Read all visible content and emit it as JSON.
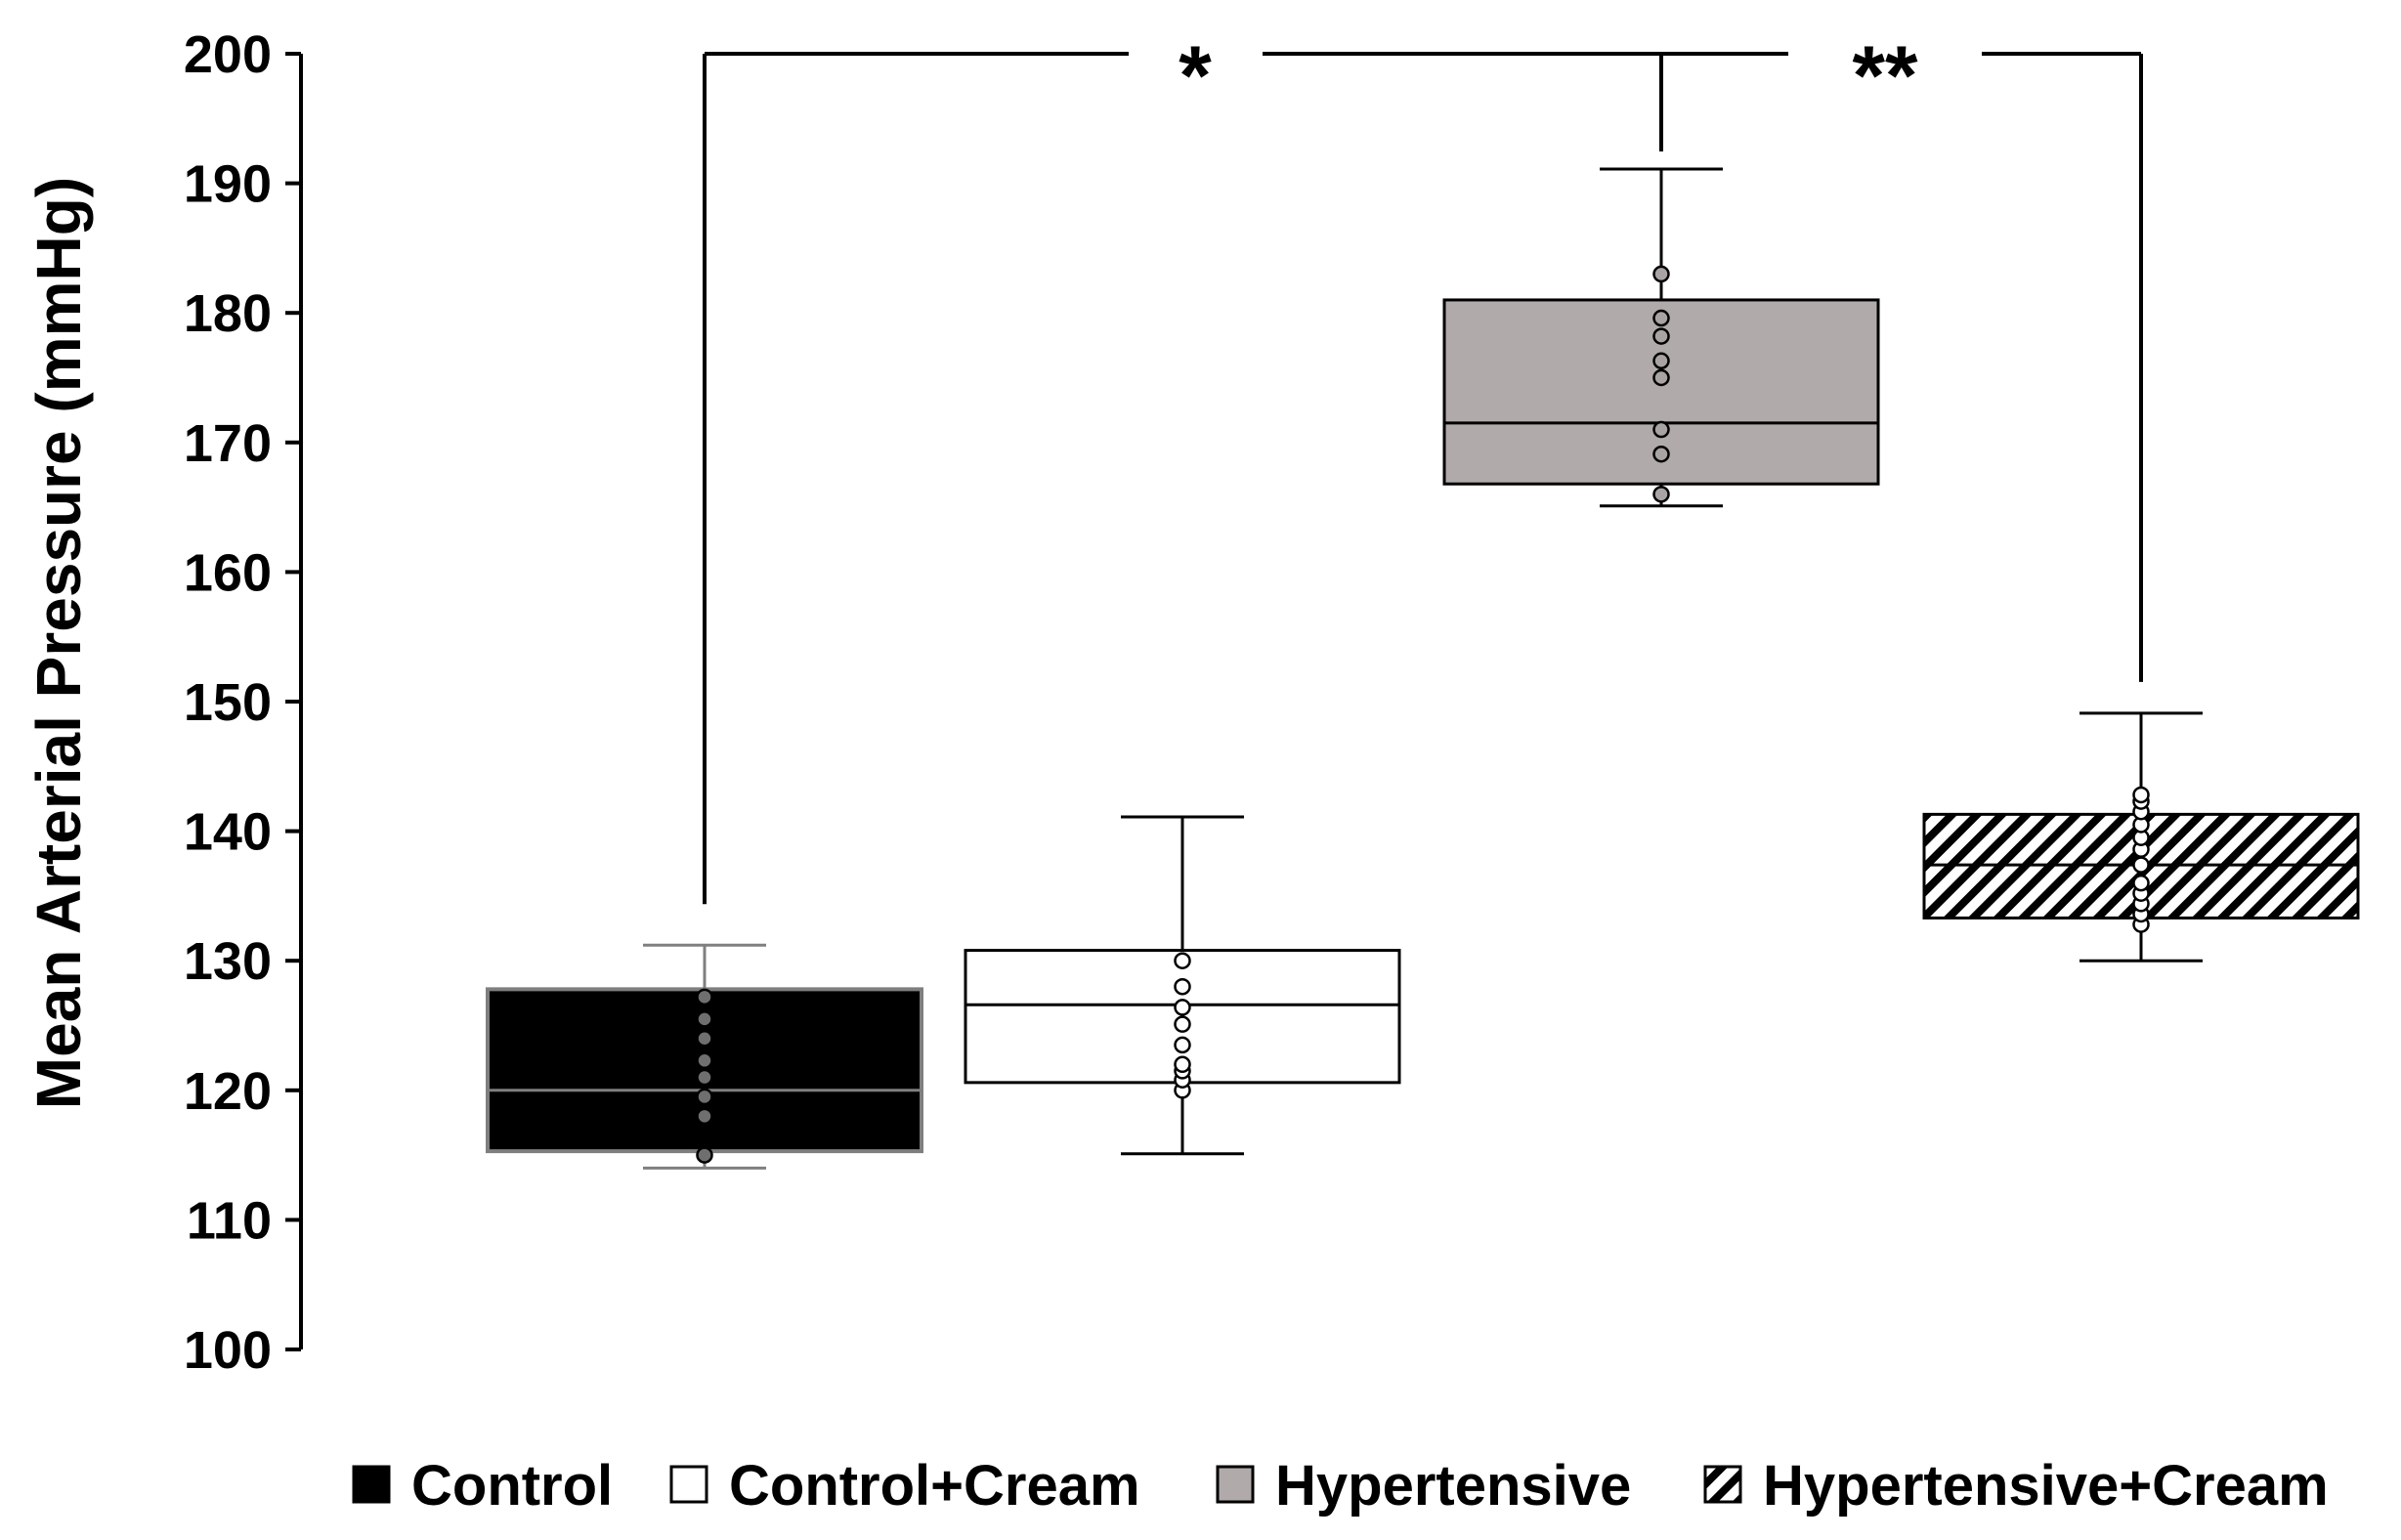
{
  "chart_data": {
    "type": "box",
    "title": "",
    "xlabel": "",
    "ylabel": "Mean Arterial Pressure (mmHg)",
    "ylim": [
      100,
      200
    ],
    "yticks": [
      100,
      110,
      120,
      130,
      140,
      150,
      160,
      170,
      180,
      190,
      200
    ],
    "grid": false,
    "legend_position": "bottom",
    "series": [
      {
        "name": "Control",
        "fill": "pattern-solid",
        "color": "#000000",
        "whisker_low": 114,
        "q1": 115.3,
        "median": 120,
        "q3": 127.8,
        "whisker_high": 131.2,
        "points": [
          115,
          118,
          119.5,
          121,
          122.3,
          124,
          125.5,
          127.2
        ]
      },
      {
        "name": "Control+Cream",
        "fill": "pattern-white",
        "color": "#ffffff",
        "whisker_low": 115.1,
        "q1": 120.6,
        "median": 126.6,
        "q3": 130.8,
        "whisker_high": 141.1,
        "points": [
          120,
          120.8,
          121.5,
          122,
          123.5,
          125.1,
          126.4,
          128,
          130
        ]
      },
      {
        "name": "Hypertensive",
        "fill": "pattern-gray",
        "color": "#b0abaa",
        "whisker_low": 165.1,
        "q1": 166.8,
        "median": 171.5,
        "q3": 181,
        "whisker_high": 191.1,
        "points": [
          166,
          169.1,
          171,
          175,
          176.3,
          178.2,
          179.6,
          183
        ]
      },
      {
        "name": "Hypertensive+Cream",
        "fill": "pattern-hatch",
        "color": "#000000",
        "whisker_low": 130,
        "q1": 133.3,
        "median": 137.4,
        "q3": 141.3,
        "whisker_high": 149.1,
        "points": [
          132.8,
          133.6,
          134.4,
          135.2,
          136,
          137.4,
          138.6,
          139.5,
          140.5,
          141.5,
          142.3,
          142.8
        ]
      }
    ],
    "annotations": [
      {
        "label": "*",
        "from_group": 0,
        "to_group": 2,
        "level": 200
      },
      {
        "label": "**",
        "from_group": 2,
        "to_group": 3,
        "level": 200
      }
    ]
  }
}
